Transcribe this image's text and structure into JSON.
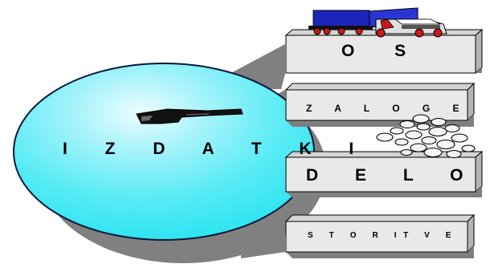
{
  "diagram": {
    "title": "I Z D A T K I",
    "boxes": [
      {
        "id": "os",
        "label": "O S"
      },
      {
        "id": "zaloge",
        "label": "Z A L O G E"
      },
      {
        "id": "delo",
        "label": "D E L O"
      },
      {
        "id": "storitve",
        "label": "S T O R IT V E"
      }
    ]
  },
  "colors": {
    "bubble_edge": "#0a1a3a",
    "bubble_fill": "#41e9f3",
    "bubble_highlight": "#e9fdff",
    "shadow": "#808080",
    "box_face": "#e9e9e9",
    "box_side": "#b4b4b4",
    "box_top": "#d4d4d4",
    "truck_body": "#1c25b9",
    "truck_wheels": "#c81a1a"
  },
  "icons": [
    "truck-icon",
    "pointing-hand-icon",
    "coins-icon"
  ]
}
